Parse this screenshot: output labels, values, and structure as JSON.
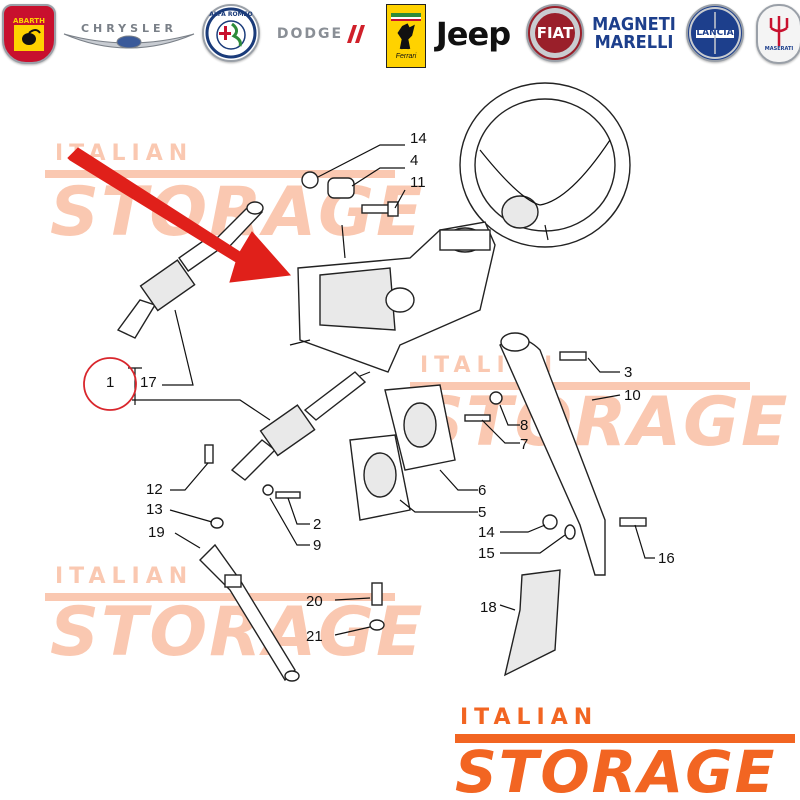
{
  "brands": [
    {
      "name": "ABARTH",
      "icon": "abarth-scorpion-shield-icon"
    },
    {
      "name": "CHRYSLER",
      "icon": "chrysler-wings-icon"
    },
    {
      "name": "ALFA ROMEO",
      "icon": "alfa-romeo-badge-icon"
    },
    {
      "name": "DODGE",
      "icon": "dodge-stripes-icon"
    },
    {
      "name": "Ferrari",
      "icon": "ferrari-prancing-horse-icon"
    },
    {
      "name": "Jeep",
      "icon": "jeep-wordmark-icon"
    },
    {
      "name": "FIAT",
      "icon": "fiat-badge-icon"
    },
    {
      "name": "MAGNETI MARELLI",
      "icon": "magneti-marelli-wordmark-icon"
    },
    {
      "name": "LANCIA",
      "icon": "lancia-badge-icon"
    },
    {
      "name": "MASERATI",
      "icon": "maserati-trident-icon"
    }
  ],
  "watermark": {
    "line1": "ITALIAN",
    "line2": "STORAGE",
    "color": "#f26522"
  },
  "diagram": {
    "callouts": [
      "14",
      "4",
      "11",
      "1",
      "17",
      "3",
      "10",
      "8",
      "7",
      "6",
      "5",
      "12",
      "13",
      "2",
      "9",
      "14",
      "15",
      "16",
      "19",
      "20",
      "21",
      "18"
    ],
    "highlighted_part": "1",
    "arrow_color": "#e0201a",
    "circle_color": "#d9262c"
  }
}
